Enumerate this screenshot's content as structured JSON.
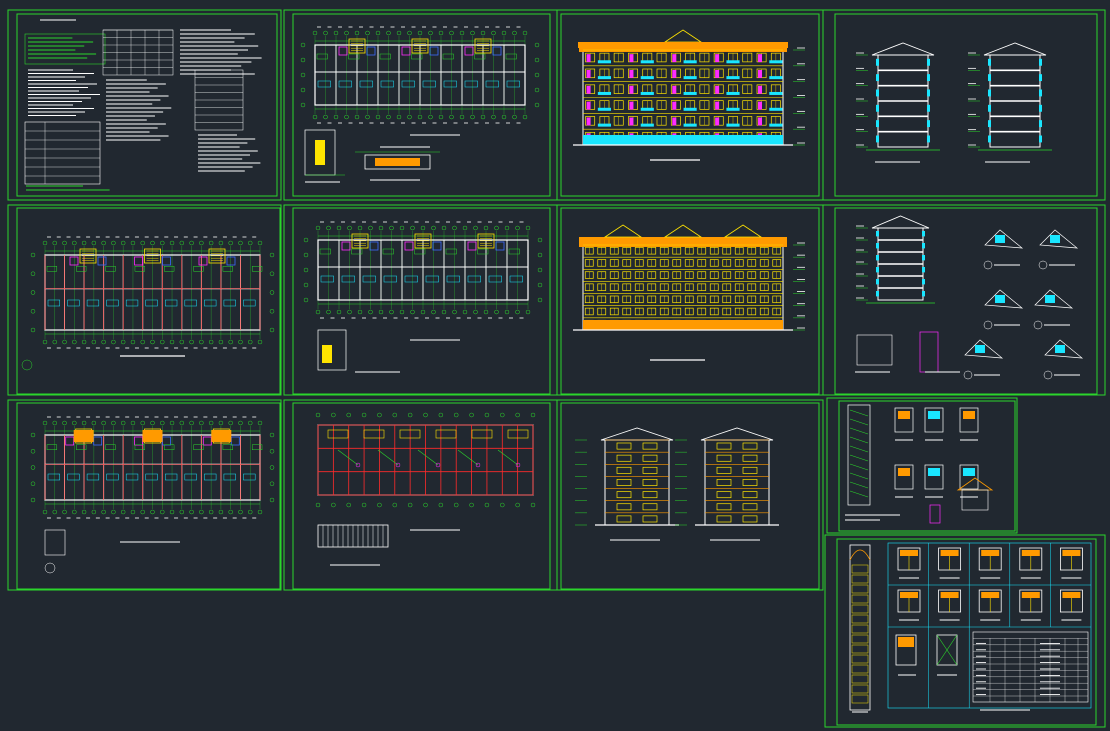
{
  "title": "",
  "palette": {
    "background": "#212830",
    "frame": "#2bd62b",
    "line": "#ffffff",
    "accent_yellow": "#ffe400",
    "accent_orange": "#ff9a00",
    "accent_cyan": "#19e6ff",
    "accent_magenta": "#ff2bff",
    "accent_red": "#ff2b2b",
    "accent_blue": "#3c6bff"
  },
  "sheets": [
    {
      "id": "design-notes",
      "kind": "notes",
      "label": ""
    },
    {
      "id": "roof-plan",
      "kind": "plan-detail",
      "label": ""
    },
    {
      "id": "front-elevation",
      "kind": "elevation-front",
      "label": ""
    },
    {
      "id": "sections-1",
      "kind": "section-pair",
      "label": ""
    },
    {
      "id": "ground-floor-plan",
      "kind": "plan-wide",
      "label": ""
    },
    {
      "id": "standard-floor-plan",
      "kind": "plan-detail",
      "label": ""
    },
    {
      "id": "rear-elevation",
      "kind": "elevation-rear",
      "label": ""
    },
    {
      "id": "section-and-details",
      "kind": "section-details",
      "label": ""
    },
    {
      "id": "first-floor-plan",
      "kind": "plan-annotated",
      "label": ""
    },
    {
      "id": "foundation-plan",
      "kind": "plan-grid",
      "label": ""
    },
    {
      "id": "side-elevations",
      "kind": "side-elevations",
      "label": ""
    },
    {
      "id": "stair-details",
      "kind": "stair-details",
      "label": ""
    },
    {
      "id": "door-window-schedule",
      "kind": "schedule",
      "label": ""
    }
  ]
}
